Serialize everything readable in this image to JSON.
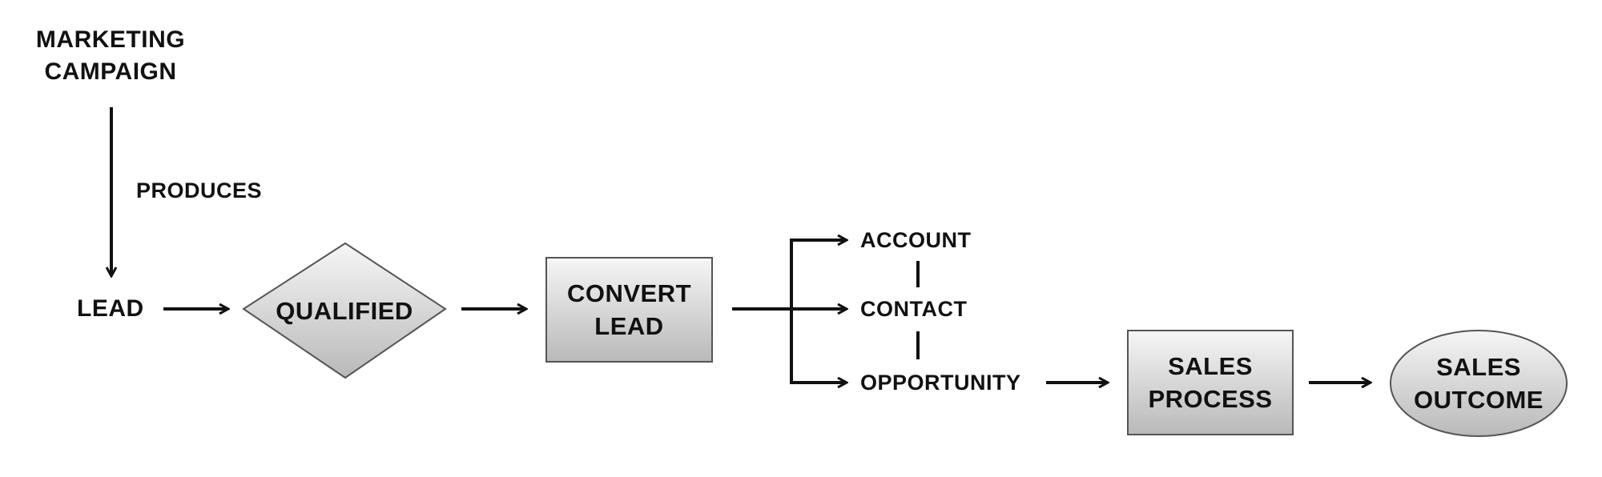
{
  "diagram": {
    "type": "flowchart",
    "start": {
      "label_line1": "MARKETING",
      "label_line2": "CAMPAIGN"
    },
    "edge_produces": "PRODUCES",
    "lead": "LEAD",
    "qualified": "QUALIFIED",
    "convert": {
      "line1": "CONVERT",
      "line2": "LEAD"
    },
    "outputs": [
      "ACCOUNT",
      "CONTACT",
      "OPPORTUNITY"
    ],
    "sales_process": {
      "line1": "SALES",
      "line2": "PROCESS"
    },
    "sales_outcome": {
      "line1": "SALES",
      "line2": "OUTCOME"
    },
    "colors": {
      "line": "#111111",
      "node_border": "#555555",
      "fill_top": "#f6f6f6",
      "fill_bottom": "#b9b9b9"
    }
  }
}
